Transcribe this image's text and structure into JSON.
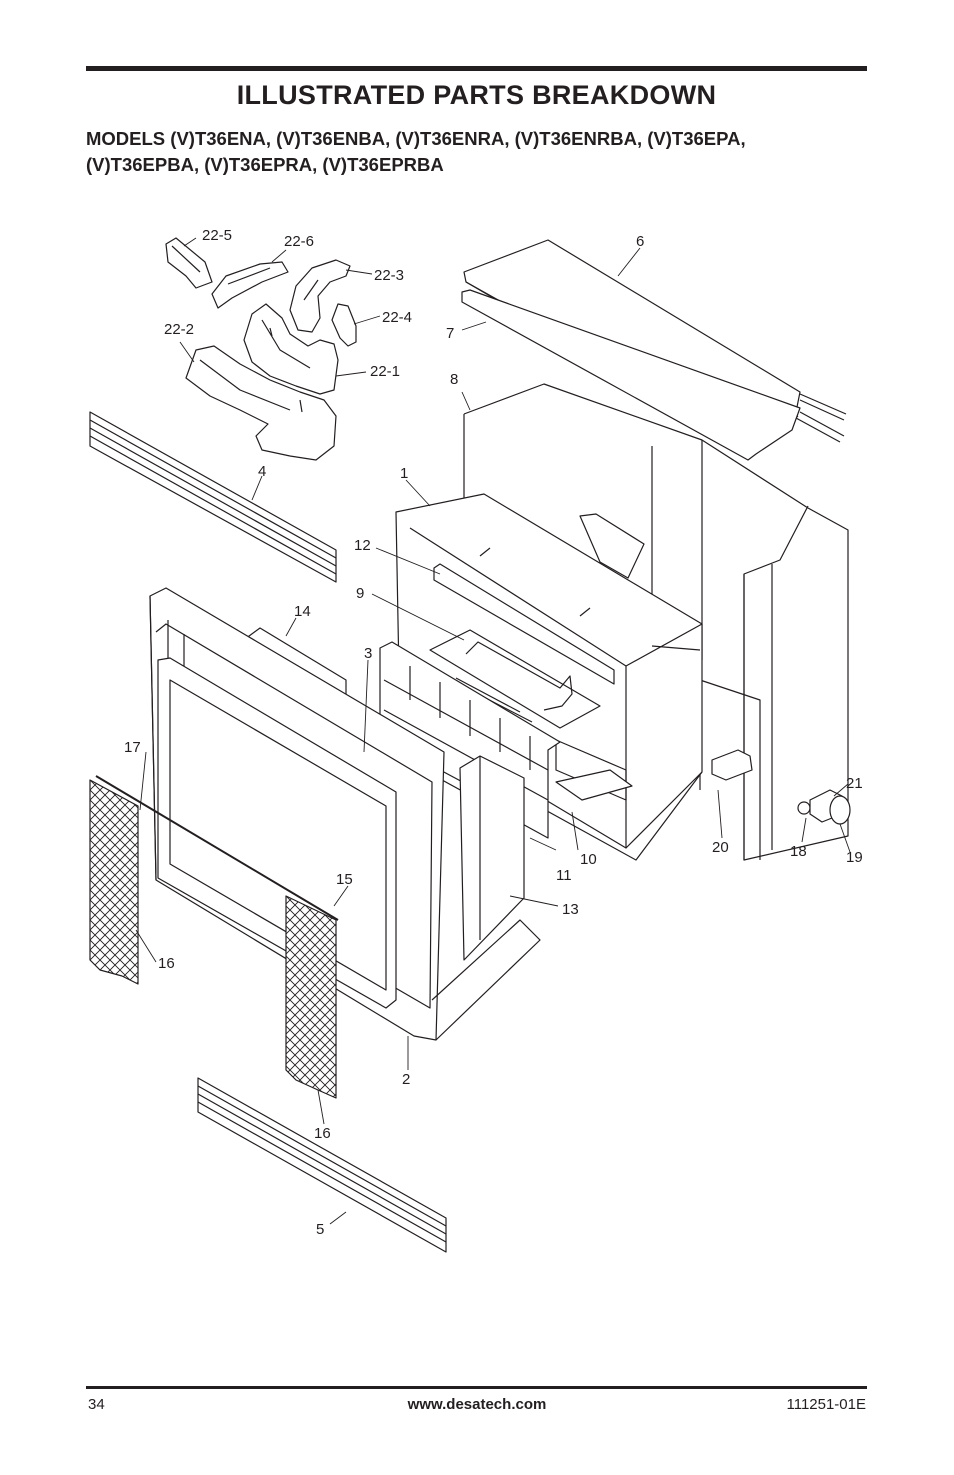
{
  "header": {
    "title": "ILLUSTRATED PARTS BREAKDOWN",
    "models_line1": "MODELS (V)T36ENA, (V)T36ENBA, (V)T36ENRA, (V)T36ENRBA, (V)T36EPA,",
    "models_line2": "(V)T36EPBA, (V)T36EPRA, (V)T36EPRBA"
  },
  "diagram": {
    "labels": {
      "p22_5": "22-5",
      "p22_6": "22-6",
      "p22_3": "22-3",
      "p22_4": "22-4",
      "p22_2": "22-2",
      "p22_1": "22-1",
      "p6": "6",
      "p7": "7",
      "p8": "8",
      "p4": "4",
      "p1": "1",
      "p12": "12",
      "p9": "9",
      "p14": "14",
      "p3": "3",
      "p17": "17",
      "p16a": "16",
      "p15": "15",
      "p11": "11",
      "p10": "10",
      "p13": "13",
      "p20": "20",
      "p18": "18",
      "p19": "19",
      "p21": "21",
      "p2": "2",
      "p16b": "16",
      "p5": "5"
    }
  },
  "footer": {
    "page_number": "34",
    "website": "www.desatech.com",
    "doc_code": "111251-01E"
  }
}
